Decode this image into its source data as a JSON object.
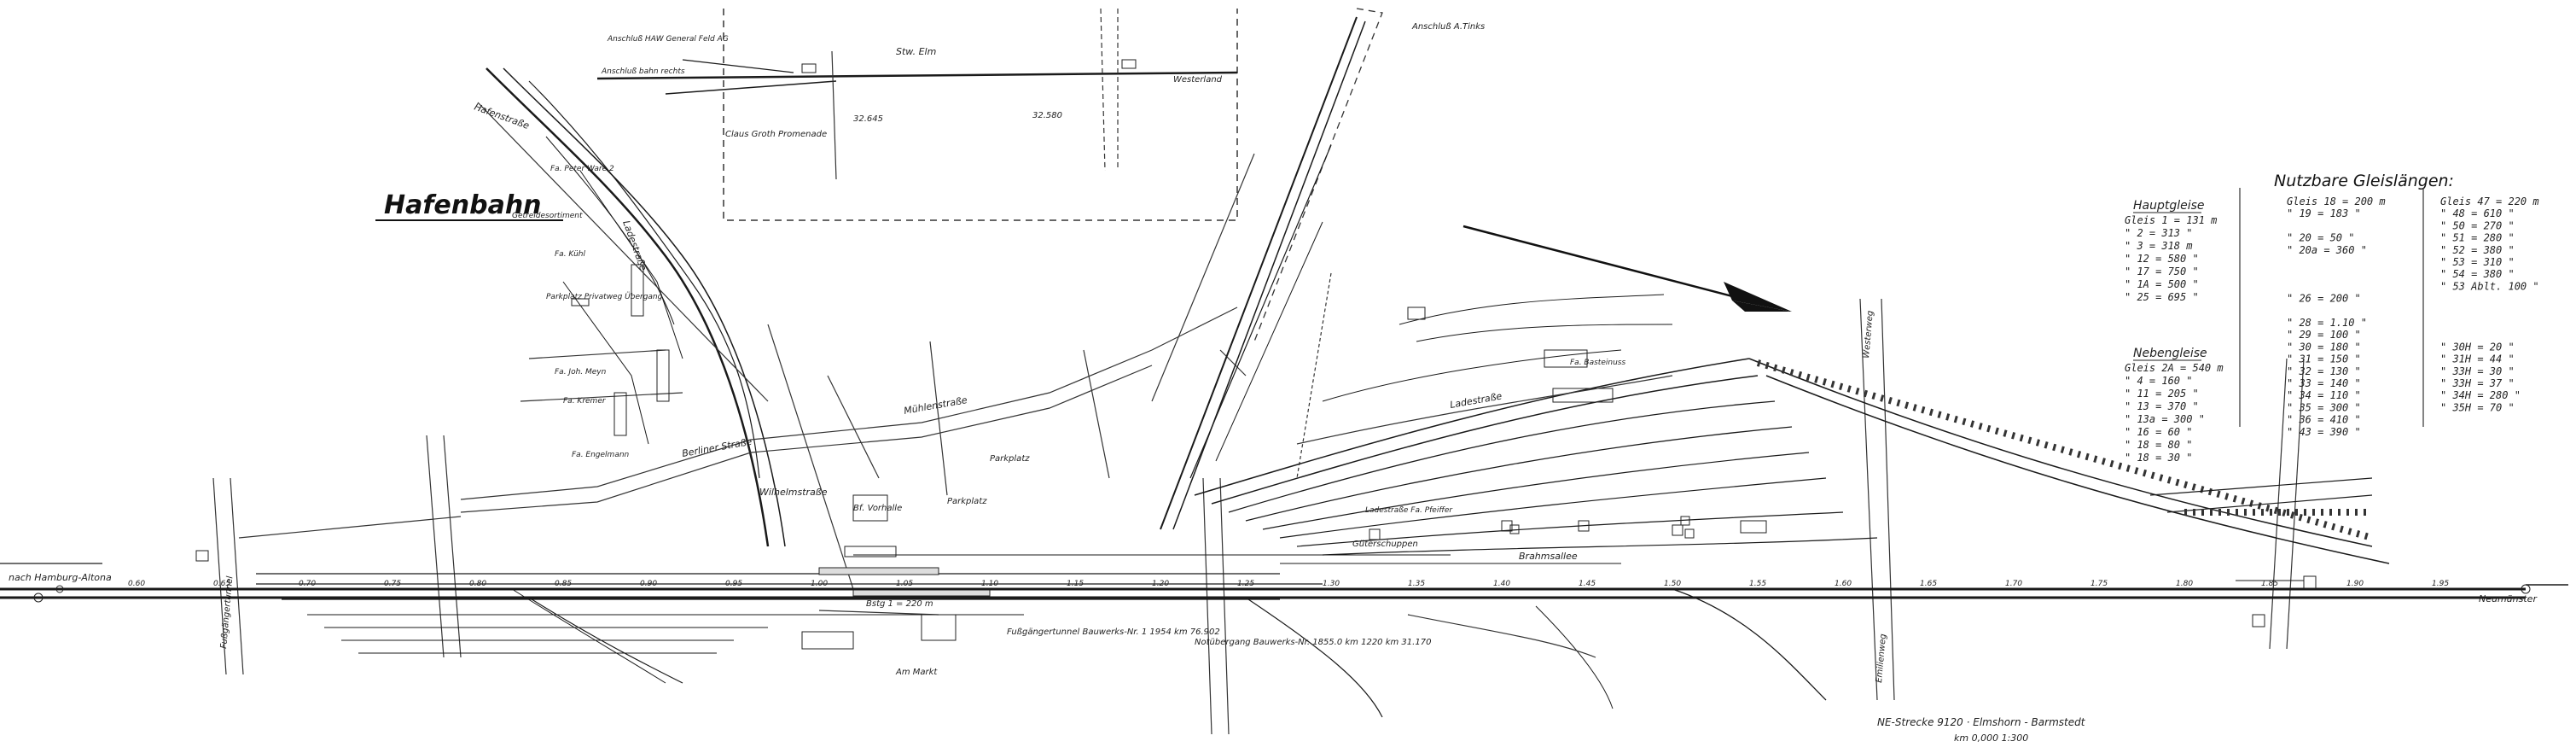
{
  "title": "Hafenbahn",
  "inset_labels": {
    "connection_1": "Anschluß HAW General Feld AG",
    "connection_2": "Anschluß bahn rechts",
    "station_box": "Stw. Elm",
    "road": "Claus Groth Promenade",
    "right_end": "Westerland",
    "km_a": "32.645",
    "km_b": "32.580"
  },
  "anschluss_top_right": "Anschluß A.Tinks",
  "streets": [
    "Hafenstraße",
    "Ladestraße",
    "Berliner Straße",
    "Mühlenstraße",
    "Wilhelmstraße",
    "Ladestraße",
    "Bf. Vorhalle",
    "Parkplatz",
    "Parkplatz",
    "Güterschuppen",
    "Brahmsallee",
    "Emilienweg",
    "Fußgängertunnel",
    "Westerweg",
    "Am Markt"
  ],
  "companies": [
    "Fa. Peter Ware 2",
    "Getreidesortiment",
    "Fa. Kühl",
    "Parkplatz Privatweg Übergang",
    "Fa. Joh. Meyn",
    "Fa. Kremer",
    "Fa. Engelmann",
    "Fa. Basteinuss",
    "Ladestraße Fa. Pfeiffer"
  ],
  "notes": {
    "tunnel": "Fußgängertunnel Bauwerks-Nr. 1 1954 km 76.902",
    "bridge": "Notübergang Bauwerks-Nr. 1855.0 km 1220 km 31.170",
    "platform": "Bstg 1 = 220 m",
    "strecke": "NE-Strecke 9120 · Elmshorn - Barmstedt",
    "km_range": "km 0,000    1:300"
  },
  "directions": {
    "left": "nach Hamburg-Altona",
    "right": "Neumünster"
  },
  "table": {
    "heading": "Nutzbare Gleislängen:",
    "hauptgleise_title": "Hauptgleise",
    "nebengleise_title": "Nebengleise",
    "hauptgleise": [
      "Gleis 1 = 131 m",
      "\" 2 = 313 \"",
      "\" 3 = 318 m",
      "\" 12 = 580 \"",
      "\" 17 = 750 \"",
      "\" 1A = 500 \"",
      "\" 25 = 695 \""
    ],
    "nebengleise": [
      "Gleis 2A = 540 m",
      "\" 4 = 160 \"",
      "\" 11 = 205 \"",
      "\" 13 = 370 \"",
      "\" 13a = 300 \"",
      "\" 16 = 60 \"",
      "\" 18 = 80 \"",
      "\" 18 = 30 \""
    ],
    "col2": [
      "Gleis 18 = 200 m",
      "\" 19 = 183 \"",
      "",
      "\" 20 = 50 \"",
      "\" 20a = 360 \"",
      "",
      "",
      "",
      "\" 26 = 200 \"",
      "",
      "\" 28 = 1.10 \"",
      "\" 29 = 100 \"",
      "\" 30 = 180 \"",
      "\" 31 = 150 \"",
      "\" 32 = 130 \"",
      "\" 33 = 140 \"",
      "\" 34 = 110 \"",
      "\" 35 = 300 \"",
      "\" 36 = 410 \"",
      "\" 43 = 390 \""
    ],
    "col3": [
      "Gleis 47 = 220 m",
      "\" 48 = 610 \"",
      "\" 50 = 270 \"",
      "\" 51 = 280 \"",
      "\" 52 = 380 \"",
      "\" 53 = 310 \"",
      "\" 54 = 380 \"",
      "\" 53 Ablt. 100 \"",
      "",
      "",
      "",
      "",
      "\" 30H = 20 \"",
      "\" 31H = 44 \"",
      "\" 33H = 30 \"",
      "\" 33H = 37 \"",
      "\" 34H = 280 \"",
      "\" 35H = 70 \""
    ]
  },
  "mainline_km": [
    "0.60",
    "0.65",
    "0.70",
    "0.75",
    "0.80",
    "0.85",
    "0.90",
    "0.95",
    "1.00",
    "1.05",
    "1.10",
    "1.15",
    "1.20",
    "1.25",
    "1.30",
    "1.35",
    "1.40",
    "1.45",
    "1.50",
    "1.55",
    "1.60",
    "1.65",
    "1.70",
    "1.75",
    "1.80",
    "1.85",
    "1.90",
    "1.95"
  ]
}
